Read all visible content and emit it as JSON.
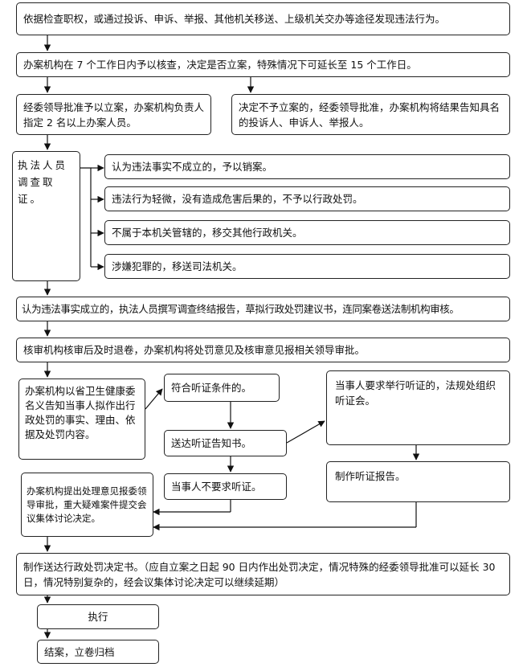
{
  "boxes": {
    "b1": "依据检查职权，或通过投诉、申诉、举报、其他机关移送、上级机关交办等途径发现违法行为。",
    "b2": "办案机构在 7 个工作日内予以核查，决定是否立案，特殊情况下可延长至 15 个工作日。",
    "b3": "经委领导批准予以立案，办案机构负责人指定 2 名以上办案人员。",
    "b4": "决定不予立案的，经委领导批准，办案机构将结果告知具名的投诉人、申诉人、举报人。",
    "b5": "执法人员调查取证。",
    "b6": "认为违法事实不成立的，予以销案。",
    "b7": "违法行为轻微，没有造成危害后果的，不予以行政处罚。",
    "b8": "不属于本机关管辖的，移交其他行政机关。",
    "b9": "涉嫌犯罪的，移送司法机关。",
    "b10": "认为违法事实成立的，执法人员撰写调查终结报告，草拟行政处罚建议书，连同案卷送法制机构审核。",
    "b11": "核审机构核审后及时退卷，办案机构将处罚意见及核审意见报相关领导审批。",
    "b12": "办案机构以省卫生健康委名义告知当事人拟作出行政处罚的事实、理由、依据及处罚内容。",
    "b13": "符合听证条件的。",
    "b14": "当事人要求举行听证的，法规处组织听证会。",
    "b15": "送达听证告知书。",
    "b16": "制作听证报告。",
    "b17": "当事人不要求听证。",
    "b18": "办案机构提出处理意见报委领导审批，重大疑难案件提交会议集体讨论决定。",
    "b19": "制作送达行政处罚决定书。（应自立案之日起 90 日内作出处罚决定，情况特殊的经委领导批准可以延长 30 日，情况特别复杂的，经会议集体讨论决定可以继续延期）",
    "b20": "执行",
    "b21": "结案，立卷归档"
  }
}
